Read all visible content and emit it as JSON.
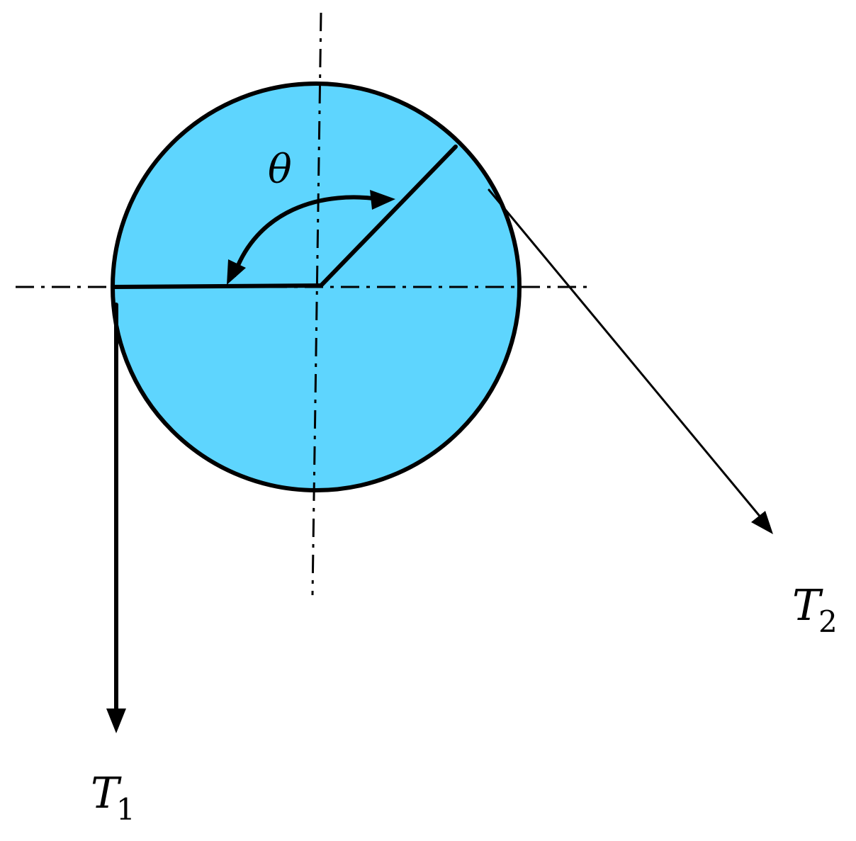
{
  "labels": {
    "angle": "θ",
    "tension_1": {
      "main": "T",
      "subscript": "1"
    },
    "tension_2": {
      "main": "T",
      "subscript": "2"
    }
  },
  "colors": {
    "disc_fill": "#5ED5FE",
    "stroke": "#000000"
  }
}
